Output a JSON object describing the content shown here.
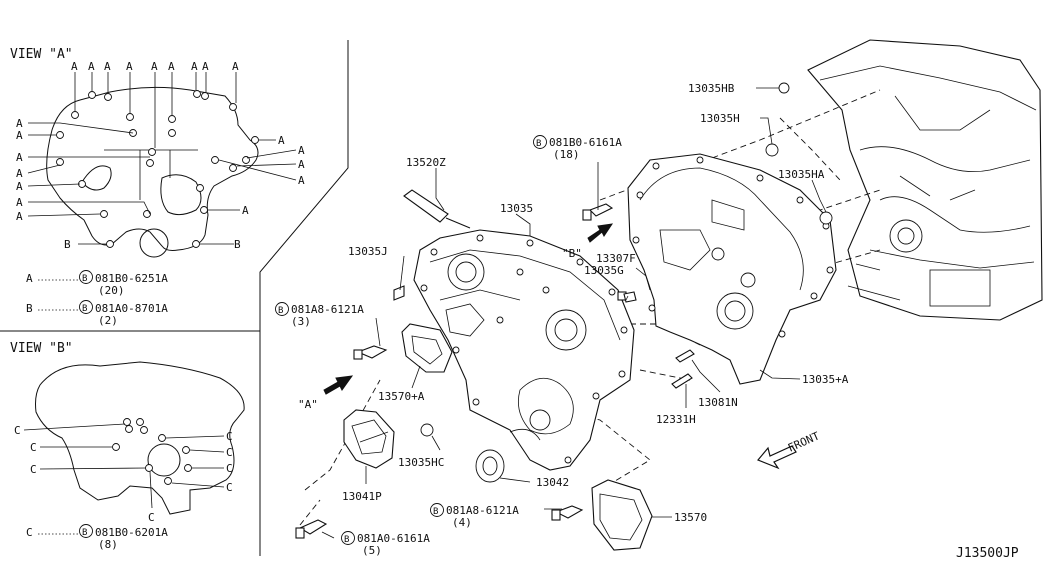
{
  "view_a": {
    "title": "VIEW \"A\"",
    "letter": "A",
    "letter_b": "B",
    "legend": [
      {
        "key": "A",
        "bolt": "081B0-6251A",
        "qty": "(20)"
      },
      {
        "key": "B",
        "bolt": "081A0-8701A",
        "qty": "(2)"
      }
    ]
  },
  "view_b": {
    "title": "VIEW \"B\"",
    "letter": "C",
    "legend": [
      {
        "key": "C",
        "bolt": "081B0-6201A",
        "qty": "(8)"
      }
    ]
  },
  "bolt_symbol": "B",
  "callouts": {
    "p13035hb": "13035HB",
    "p13035h": "13035H",
    "p13035ha": "13035HA",
    "bolt_top": "081B0-6161A",
    "bolt_top_qty": "(18)",
    "p13520z": "13520Z",
    "p13035": "13035",
    "p13035j": "13035J",
    "view_b_arrow": "\"B\"",
    "p13307f": "13307F",
    "p13035g": "13035G",
    "bolt_mid": "081A8-6121A",
    "bolt_mid_qty": "(3)",
    "p13570a": "13570+A",
    "view_a_arrow": "\"A\"",
    "p13081n": "13081N",
    "p13035a": "13035+A",
    "p12331h": "12331H",
    "p13035hc": "13035HC",
    "p13042": "13042",
    "p13041p": "13041P",
    "bolt_low": "081A8-6121A",
    "bolt_low_qty": "(4)",
    "p13570": "13570",
    "bolt_btm": "081A0-6161A",
    "bolt_btm_qty": "(5)",
    "front": "FRONT"
  },
  "diagram_id": "J13500JP"
}
